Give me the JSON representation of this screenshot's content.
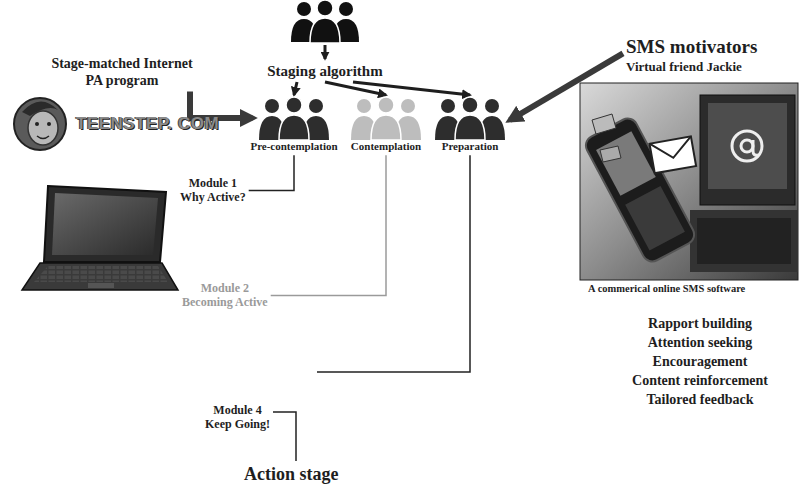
{
  "diagram": {
    "nodes": [
      {
        "text": [
          "Staging algorithm"
        ]
      },
      {
        "text": [
          "Stage-matched Internet PA program"
        ]
      },
      {
        "text": [
          "Pre-contemplation"
        ]
      },
      {
        "text": [
          "Contemplation"
        ]
      },
      {
        "text": [
          "Preparation"
        ]
      },
      {
        "text": [
          "SMS motivators",
          "Virtual friend Jackie"
        ]
      },
      {
        "text": [
          "Module 1",
          "Why Active?"
        ]
      },
      {
        "text": [
          "Module 2",
          "Becoming Active"
        ]
      },
      {
        "text": [
          "Module 4",
          "Keep Going!"
        ]
      },
      {
        "text": [
          "Action stage"
        ]
      }
    ],
    "edges": [
      {
        "from": 0,
        "to": 2,
        "arrow": "to"
      },
      {
        "from": 0,
        "to": 3,
        "arrow": "to"
      },
      {
        "from": 0,
        "to": 4,
        "arrow": "to"
      },
      {
        "from": 1,
        "to": 2,
        "arrow": "to"
      },
      {
        "from": 5,
        "to": 4,
        "arrow": "to"
      },
      {
        "from": 2,
        "to": 6,
        "arrow": "none"
      },
      {
        "from": 3,
        "to": 7,
        "arrow": "none"
      },
      {
        "from": 8,
        "to": 9,
        "arrow": "none"
      }
    ],
    "labels": [
      "TEENSTEP. COM",
      "A commerical online SMS software",
      "Rapport building",
      "Attention seeking",
      "Encouragement",
      "Content reinforcement",
      "Tailored feedback"
    ]
  }
}
